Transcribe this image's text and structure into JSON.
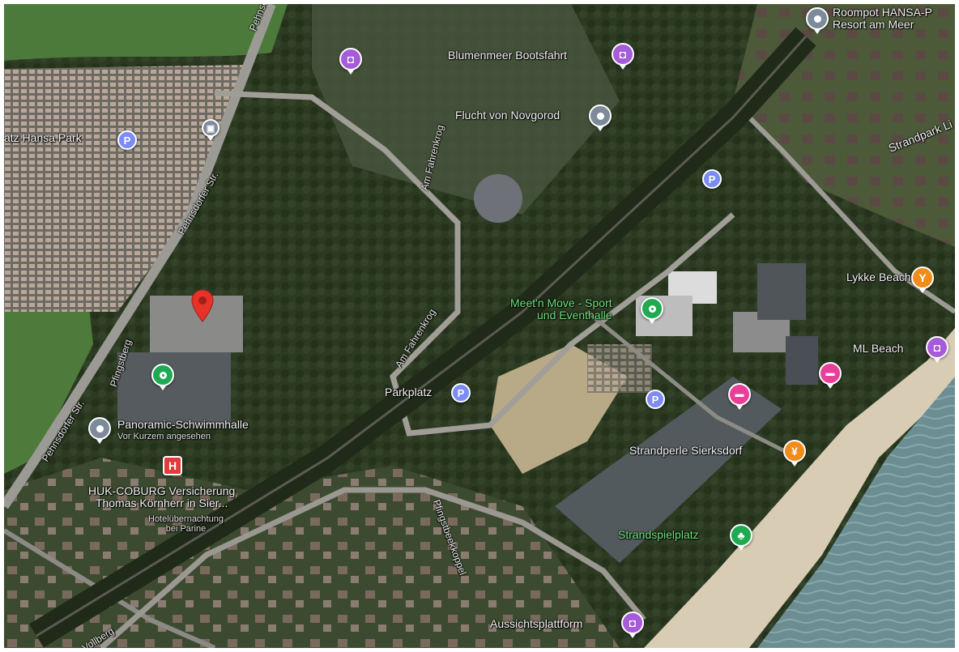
{
  "places": [
    {
      "id": "roompot",
      "lines": [
        "Roompot HANSA-P",
        "Resort am Meer"
      ]
    },
    {
      "id": "blumenmeer",
      "lines": [
        "Blumenmeer Bootsfahrt"
      ]
    },
    {
      "id": "flucht",
      "lines": [
        "Flucht von Novgorod"
      ]
    },
    {
      "id": "hansa-park-parking",
      "lines": [
        "atz Hansa Park"
      ]
    },
    {
      "id": "strandpark",
      "lines": [
        "Strandpark Li"
      ]
    },
    {
      "id": "lykke",
      "lines": [
        "Lykke Beach"
      ]
    },
    {
      "id": "meetnmove",
      "lines": [
        "Meet'n Move - Sport",
        "und Eventhalle"
      ]
    },
    {
      "id": "ml-beach",
      "lines": [
        "ML Beach"
      ]
    },
    {
      "id": "parkplatz",
      "lines": [
        "Parkplatz"
      ]
    },
    {
      "id": "panoramic",
      "lines": [
        "Panoramic-Schwimmhalle"
      ],
      "sub": "Vor Kurzem angesehen"
    },
    {
      "id": "huk",
      "lines": [
        "HUK-COBURG Versicherung",
        "Thomas Körnherr in Sier..."
      ]
    },
    {
      "id": "hotel-note",
      "lines": [
        "Hotelübernachtung",
        "bei Parine"
      ]
    },
    {
      "id": "strandperle",
      "lines": [
        "Strandperle Sierksdorf"
      ]
    },
    {
      "id": "strandspiel",
      "lines": [
        "Strandspielplatz"
      ]
    },
    {
      "id": "aussicht",
      "lines": [
        "Aussichtsplattform"
      ]
    }
  ],
  "roads": {
    "pehnsdorfer_top": "Pehnsdorfer",
    "pehnsdorfer_mid": "Pehnsdorfer Str.",
    "pehnsdorfer_low": "Pehnsdorfer Str.",
    "fahrenkrog_top": "Am Fahrenkrog",
    "fahrenkrog_low": "Am Fahrenkrog",
    "pfingstberg": "Pfingstberg",
    "pfingstbeekkoppel": "Pfingstbeekkoppel",
    "vollberg": "Vollberg"
  },
  "markers": {
    "parking_symbol": "P",
    "hotel_symbol": "H",
    "colors": {
      "parking": "#7b8cf5",
      "landmark": "#7d8a99",
      "attraction": "#a65bd8",
      "bar": "#f08c1c",
      "hotel_pink": "#e8409a",
      "sport": "#1faa52",
      "selected_pin": "#e5332a"
    },
    "icons": {
      "attraction": "camera-icon",
      "landmark": "landmark-dot-icon",
      "bar": "cocktail-icon",
      "restaurant": "fork-knife-icon",
      "hotel_pink": "bed-icon",
      "playground": "tree-icon",
      "train": "train-icon",
      "selected": "map-pin-icon"
    }
  }
}
